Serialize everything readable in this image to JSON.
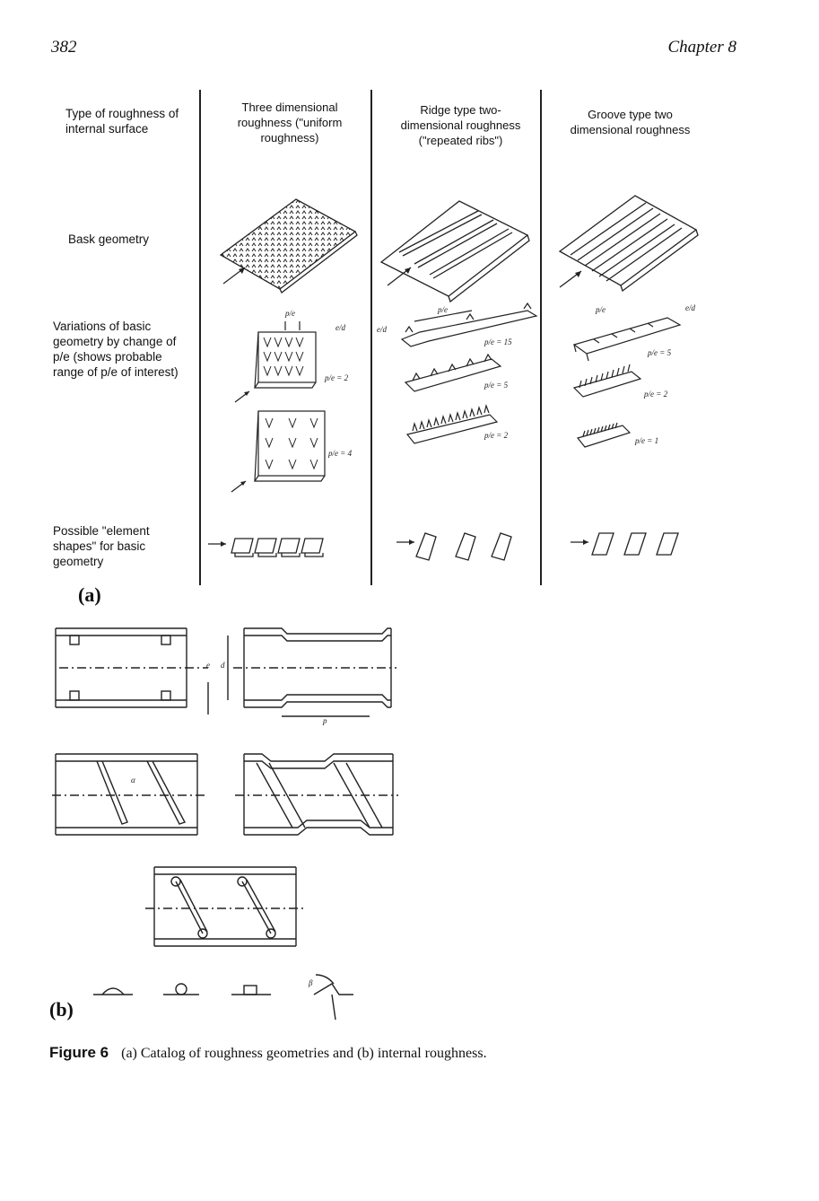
{
  "header": {
    "page_number": "382",
    "chapter": "Chapter 8"
  },
  "table": {
    "column_headers": [
      "Type of roughness of internal surface",
      "Three dimensional roughness (\"uniform roughness)",
      "Ridge type two-dimensional roughness (\"repeated ribs\")",
      "Groove type two dimensional roughness"
    ],
    "row_labels": [
      "Bask geometry",
      "Variations of basic geometry by change of p/e (shows probable range of p/e of interest)",
      "Possible \"element shapes\" for basic geometry"
    ],
    "annotations": {
      "col1": [
        "p/e",
        "e/d",
        "p/e = 2",
        "p/e = 4"
      ],
      "col2": [
        "p/e",
        "e/d",
        "p/e = 15",
        "p/e = 5",
        "p/e = 2"
      ],
      "col3": [
        "p/e",
        "e/d",
        "p/e = 5",
        "p/e = 2",
        "p/e = 1"
      ]
    }
  },
  "part_labels": {
    "a": "(a)",
    "b": "(b)"
  },
  "diagram_b": {
    "labels": [
      "e",
      "d",
      "p",
      "α",
      "β"
    ]
  },
  "caption": {
    "title": "Figure 6",
    "text": "(a) Catalog of roughness geometries and (b) internal roughness."
  }
}
